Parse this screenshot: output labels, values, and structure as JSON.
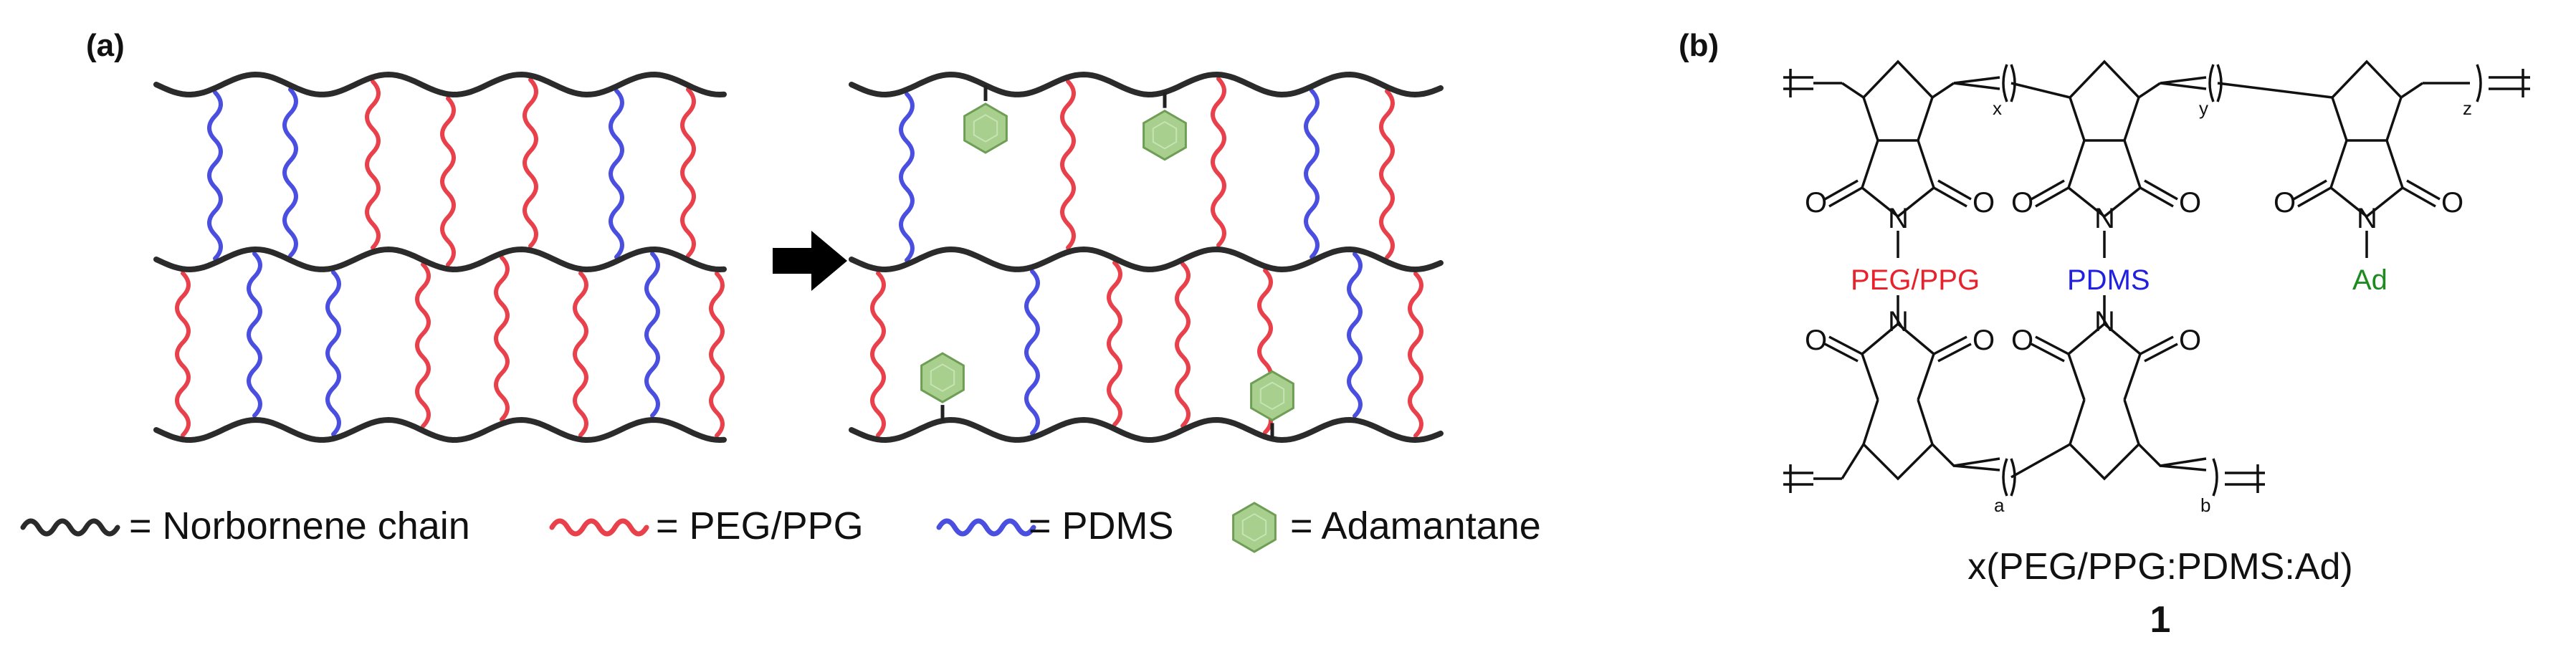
{
  "panel_a": {
    "label": "(a)",
    "legend": [
      {
        "icon": "norbornene-chain-icon",
        "text": "= Norbornene chain"
      },
      {
        "icon": "peg-ppg-icon",
        "text": "= PEG/PPG"
      },
      {
        "icon": "pdms-icon",
        "text": "= PDMS"
      },
      {
        "icon": "adamantane-icon",
        "text": "= Adamantane"
      }
    ],
    "arrow_icon": "right-arrow-icon"
  },
  "panel_b": {
    "label": "(b)",
    "subscripts": {
      "x": "x",
      "y": "y",
      "z": "z",
      "a": "a",
      "b": "b"
    },
    "atoms": {
      "oxygen": "O",
      "nitrogen": "N"
    },
    "substituents": {
      "peg": "PEG/PPG",
      "pdms": "PDMS",
      "ad": "Ad"
    },
    "caption": "x(PEG/PPG:PDMS:Ad)",
    "compound_number": "1"
  },
  "colors": {
    "chain": "#2b2b2b",
    "peg": "#e8414b",
    "pdms": "#4a4fe0",
    "adamantane_fill": "#a8cf8e",
    "adamantane_stroke": "#6e9e55",
    "peg_label": "#e8212b",
    "pdms_label": "#2020e0",
    "ad_label": "#1f8a1f"
  }
}
